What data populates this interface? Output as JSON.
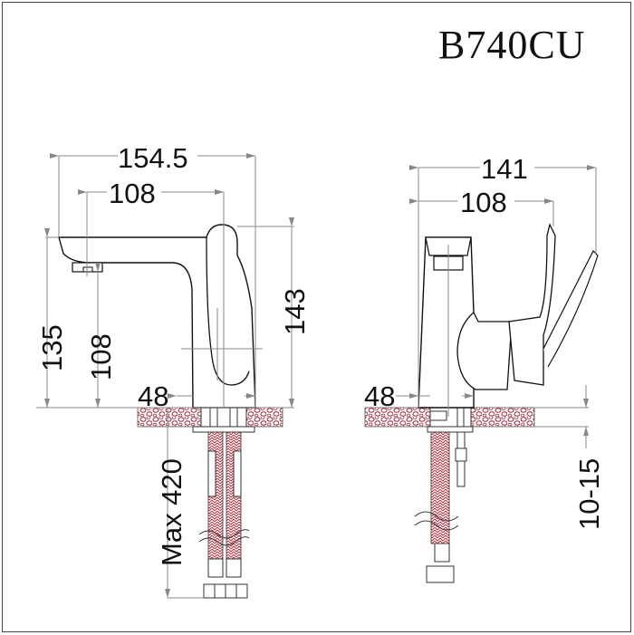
{
  "title": "B740CU",
  "front_view": {
    "dimensions": {
      "overall_width": "154.5",
      "spout_reach": "108",
      "spout_height": "135",
      "outlet_height": "108",
      "total_height": "143",
      "base_diameter": "48",
      "hose_length": "Max 420"
    }
  },
  "side_view": {
    "dimensions": {
      "overall_depth": "141",
      "handle_reach": "108",
      "base_diameter": "48",
      "counter_thickness": "10-15"
    }
  },
  "colors": {
    "line": "#111111",
    "dimension_line": "#888888",
    "counter_fill": "#a0283a",
    "hose_fill": "#b03040"
  }
}
